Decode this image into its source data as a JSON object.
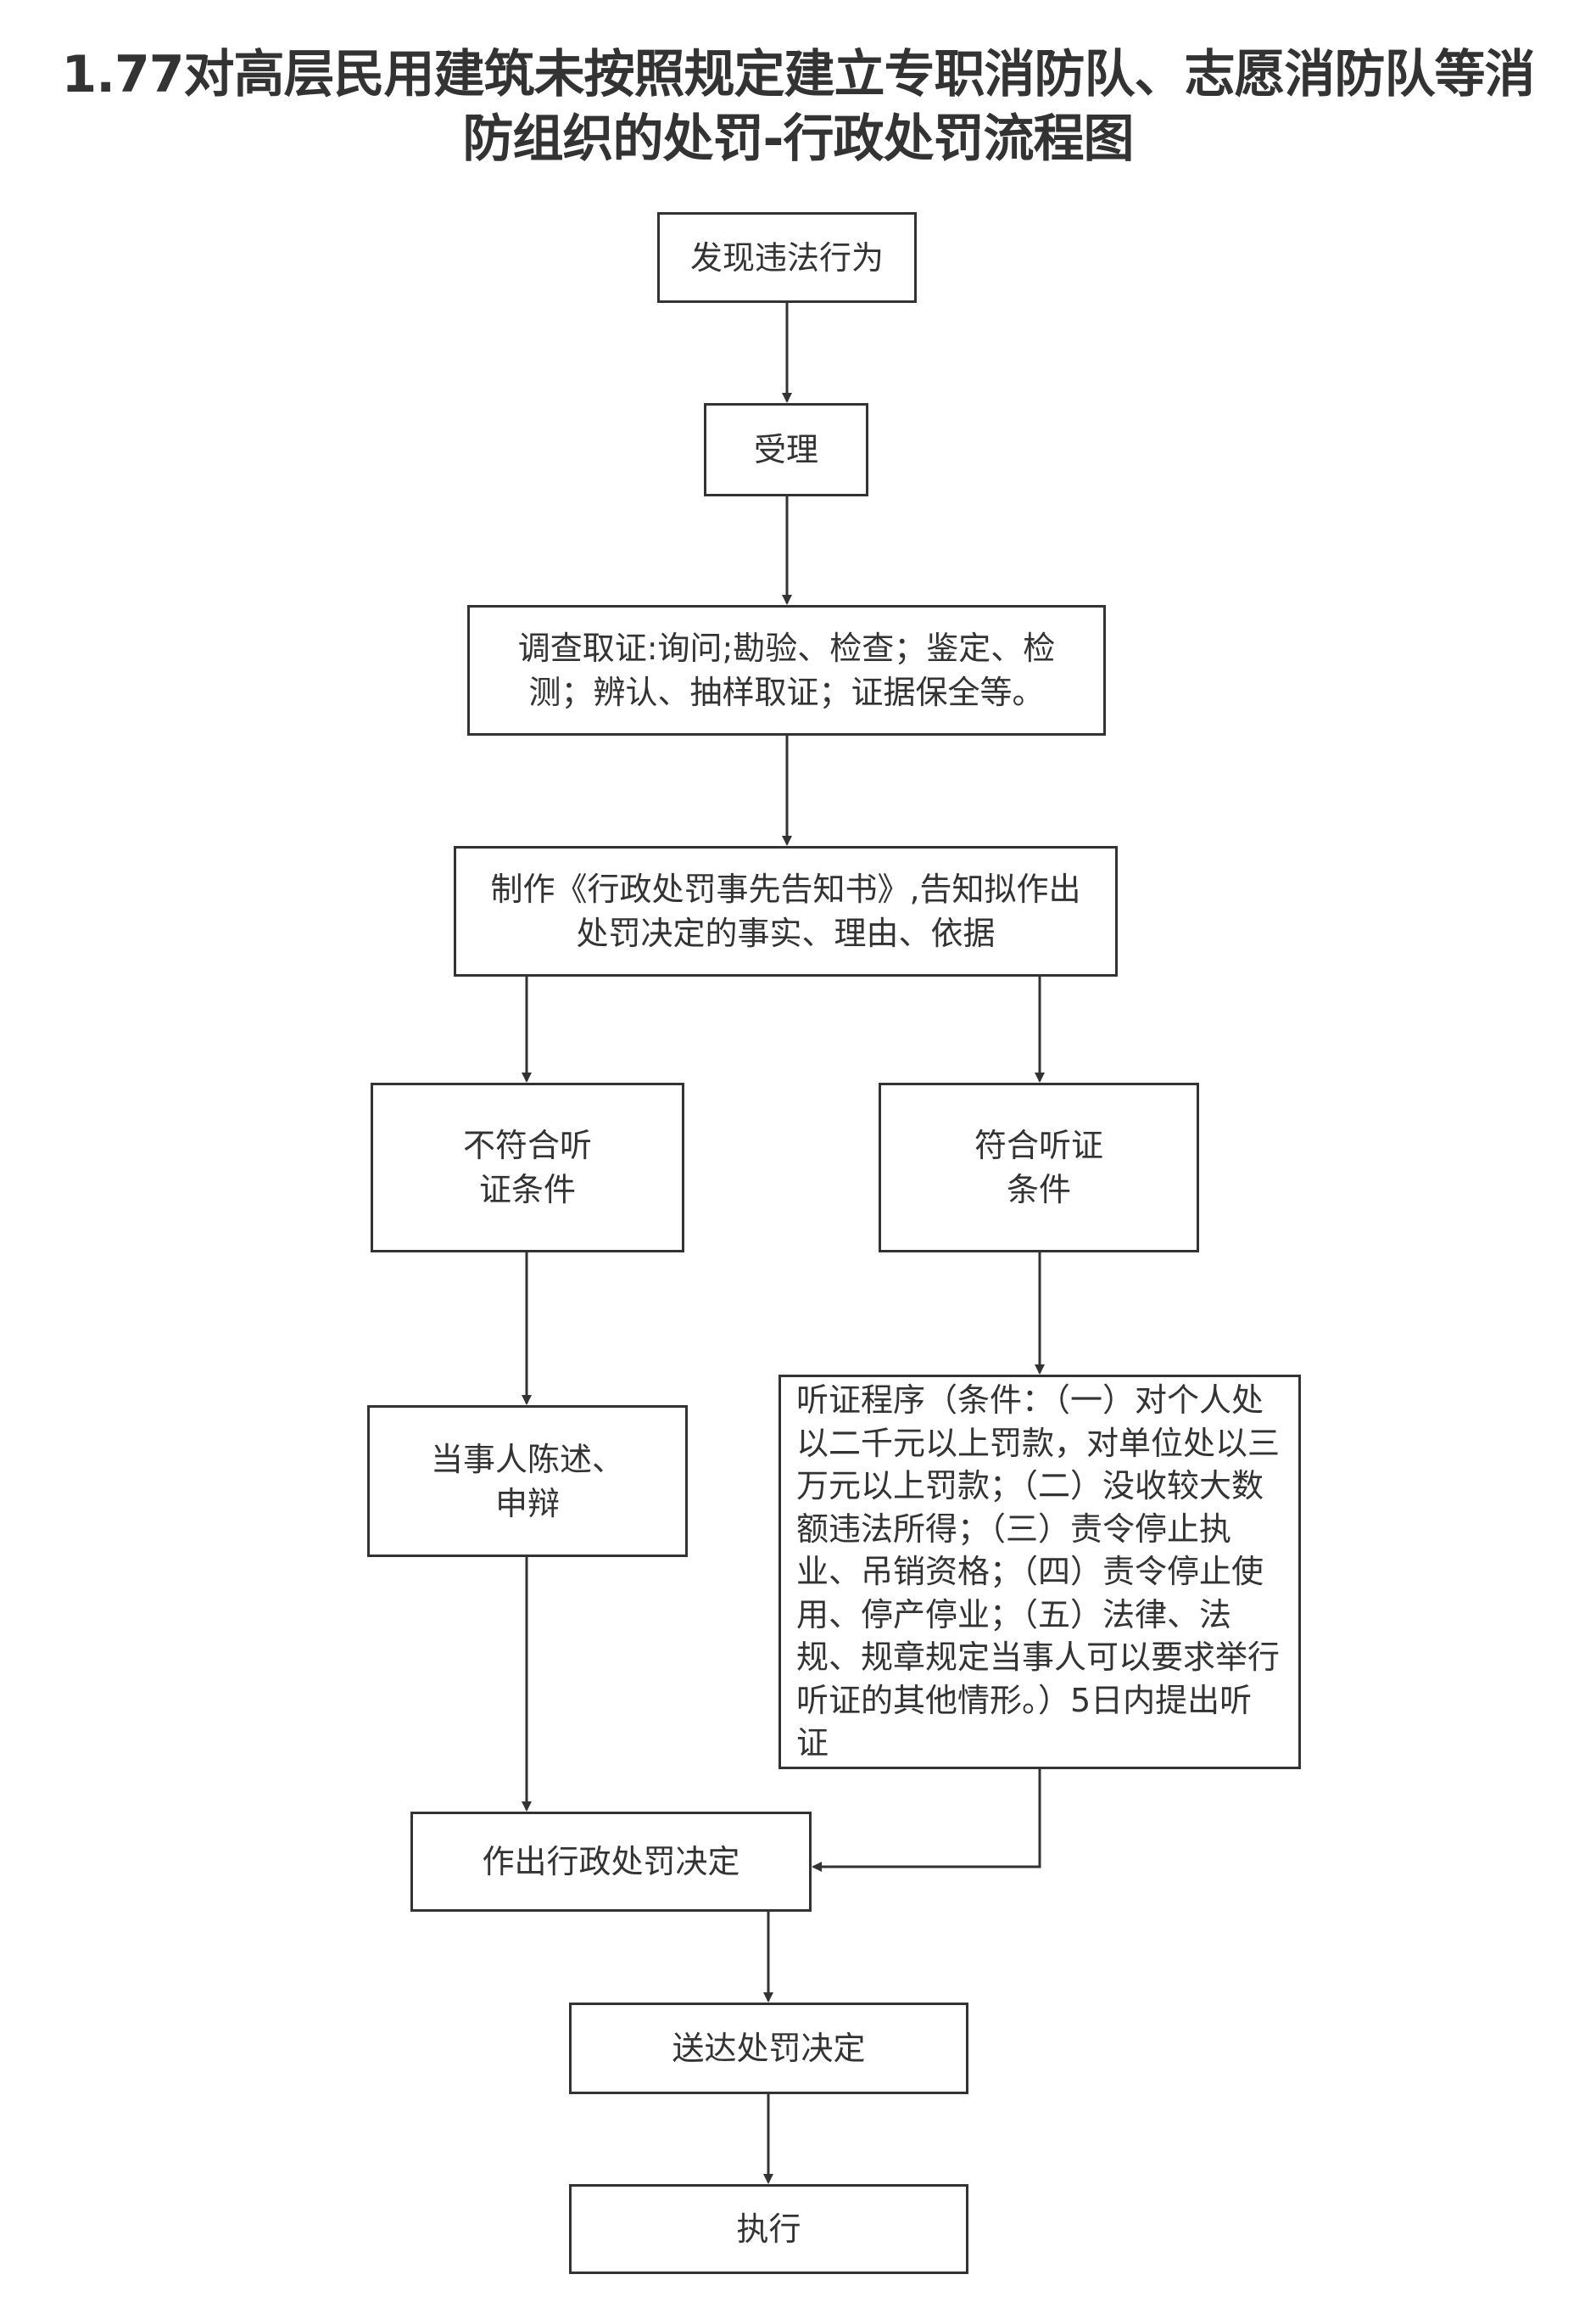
{
  "title": {
    "line1": "1.77对高层民用建筑未按照规定建立专职消防队、志愿消防队等消",
    "line2": "防组织的处罚-行政处罚流程图"
  },
  "nodes": {
    "discover": "发现违法行为",
    "accept": "受理",
    "investigate": "调查取证:询问;勘验、检查；鉴定、检测；辨认、抽样取证；证据保全等。",
    "notice": "制作《行政处罚事先告知书》,告知拟作出处罚决定的事实、理由、依据",
    "not_eligible": "不符合听证条件",
    "eligible": "符合听证条件",
    "statement": "当事人陈述、申辩",
    "hearing": "听证程序（条件：（一）对个人处以二千元以上罚款，对单位处以三万元以上罚款；（二）没收较大数额违法所得；（三）责令停止执业、吊销资格；（四）责令停止使用、停产停业；（五）法律、法规、规章规定当事人可以要求举行听证的其他情形。）5日内提出听证",
    "decision": "作出行政处罚决定",
    "deliver": "送达处罚决定",
    "execute": "执行"
  },
  "colors": {
    "stroke": "#333333",
    "text": "#333333",
    "background": "#ffffff"
  }
}
